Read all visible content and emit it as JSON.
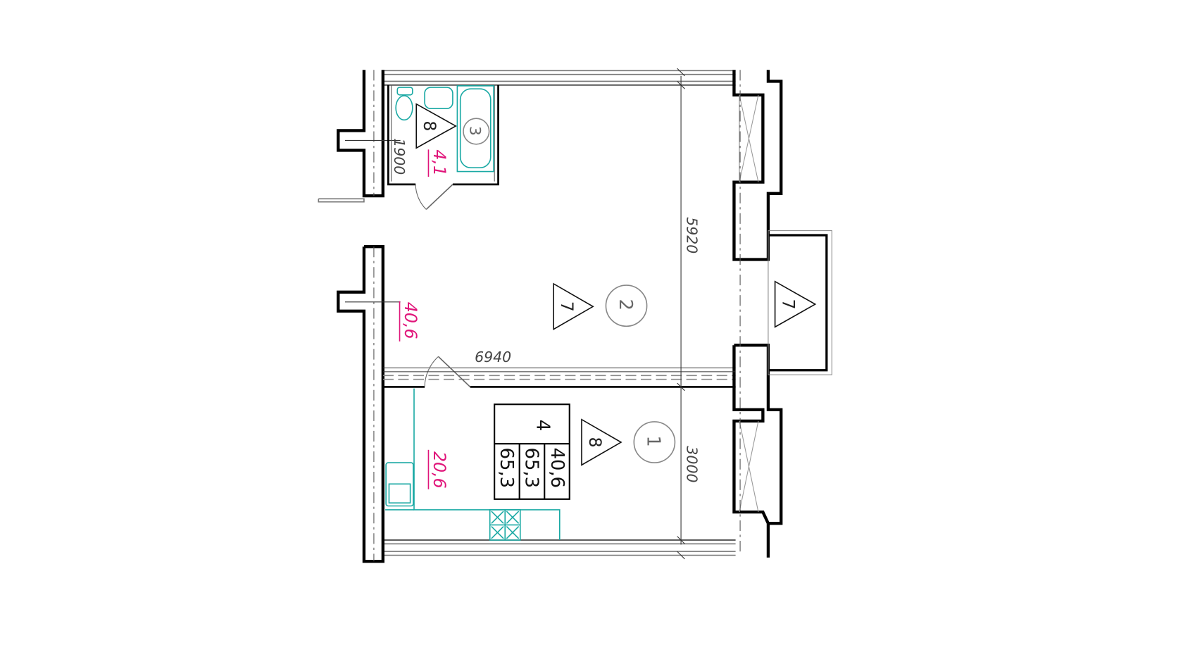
{
  "plan": {
    "dimensions": {
      "bath_width": "1900",
      "room_depth": "5920",
      "room_width": "6940",
      "kitchen_depth": "3000"
    },
    "areas": {
      "bathroom": "4,1",
      "living": "40,6",
      "kitchen": "20,6"
    },
    "room_numbers": {
      "kitchen": "1",
      "living": "2",
      "bathroom": "3"
    },
    "finish_marks": {
      "bathroom": "8",
      "living": "7",
      "balcony": "7",
      "kitchen": "8"
    },
    "summary_table": {
      "rooms": "4",
      "living_area": "40,6",
      "total_area": "65,3",
      "total_area_with_balcony": "65,3"
    }
  },
  "colors": {
    "wall": "#000000",
    "fixtures": "#1aa9a4",
    "area_text": "#e0157a",
    "circles": "#888888"
  }
}
